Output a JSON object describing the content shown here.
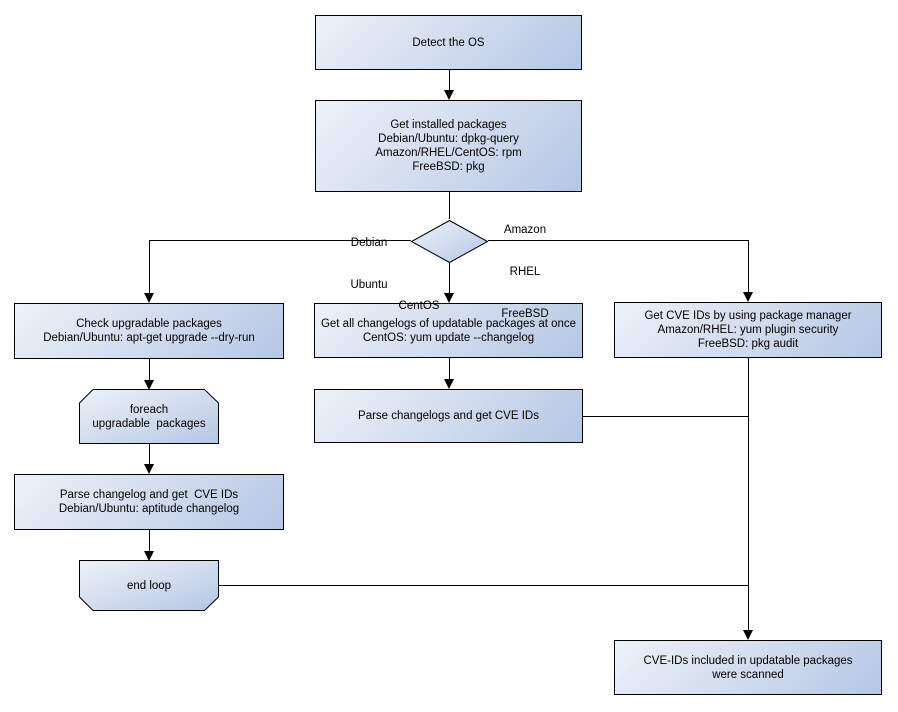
{
  "colors": {
    "node_fill_light": "#eef2f9",
    "node_fill_dark": "#b5c7e4",
    "node_border": "#000000",
    "connector": "#000000",
    "text": "#000000",
    "background": "#ffffff"
  },
  "diagram": {
    "nodes": {
      "detect_os": {
        "lines": [
          "Detect the OS"
        ]
      },
      "get_installed_packages": {
        "lines": [
          "Get installed packages",
          "Debian/Ubuntu: dpkg-query",
          "Amazon/RHEL/CentOS: rpm",
          "FreeBSD: pkg"
        ]
      },
      "check_upgradable": {
        "lines": [
          "Check upgradable packages",
          "Debian/Ubuntu: apt-get upgrade --dry-run"
        ]
      },
      "foreach_loop": {
        "lines": [
          "foreach",
          "upgradable  packages"
        ]
      },
      "parse_changelog_debian": {
        "lines": [
          "Parse changelog and get  CVE IDs",
          "Debian/Ubuntu: aptitude changelog"
        ]
      },
      "end_loop": {
        "lines": [
          "end loop"
        ]
      },
      "get_all_changelogs": {
        "lines": [
          "Get all changelogs of updatable packages at once",
          "CentOS: yum update --changelog"
        ]
      },
      "parse_changelogs_centos": {
        "lines": [
          "Parse changelogs and get CVE IDs"
        ]
      },
      "get_cve_ids_pkg_manager": {
        "lines": [
          "Get CVE IDs by using package manager",
          "Amazon/RHEL: yum plugin security",
          "FreeBSD: pkg audit"
        ]
      },
      "scanned_result": {
        "lines": [
          "CVE-IDs included in updatable packages",
          "were scanned"
        ]
      }
    },
    "edge_labels": {
      "debian_ubuntu": {
        "line1": "Debian",
        "line2": "Ubuntu"
      },
      "amazon_rhel_freebsd": {
        "line1": "Amazon",
        "line2": "RHEL",
        "line3": "FreeBSD"
      },
      "centos": {
        "line1": "CentOS"
      }
    }
  }
}
